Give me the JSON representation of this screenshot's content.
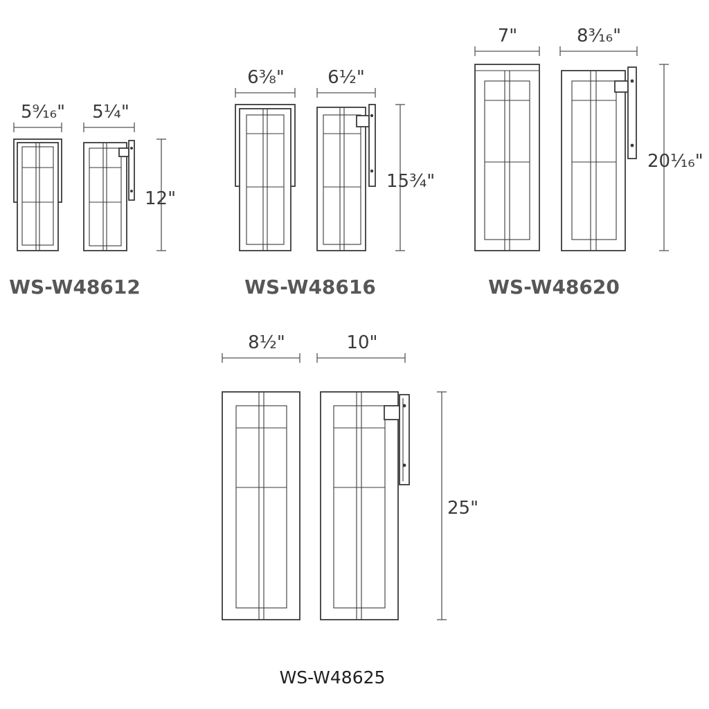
{
  "models": [
    {
      "model": "WS-W48612",
      "front_width": "5⁹⁄₁₆\"",
      "side_depth": "5¼\"",
      "height": "12\""
    },
    {
      "model": "WS-W48616",
      "front_width": "6⅜\"",
      "side_depth": "6½\"",
      "height": "15¾\""
    },
    {
      "model": "WS-W48620",
      "front_width": "7\"",
      "side_depth": "8³⁄₁₆\"",
      "height": "20¹⁄₁₆\""
    },
    {
      "model": "WS-W48625",
      "front_width": "8½\"",
      "side_depth": "10\"",
      "height": "25\""
    }
  ]
}
